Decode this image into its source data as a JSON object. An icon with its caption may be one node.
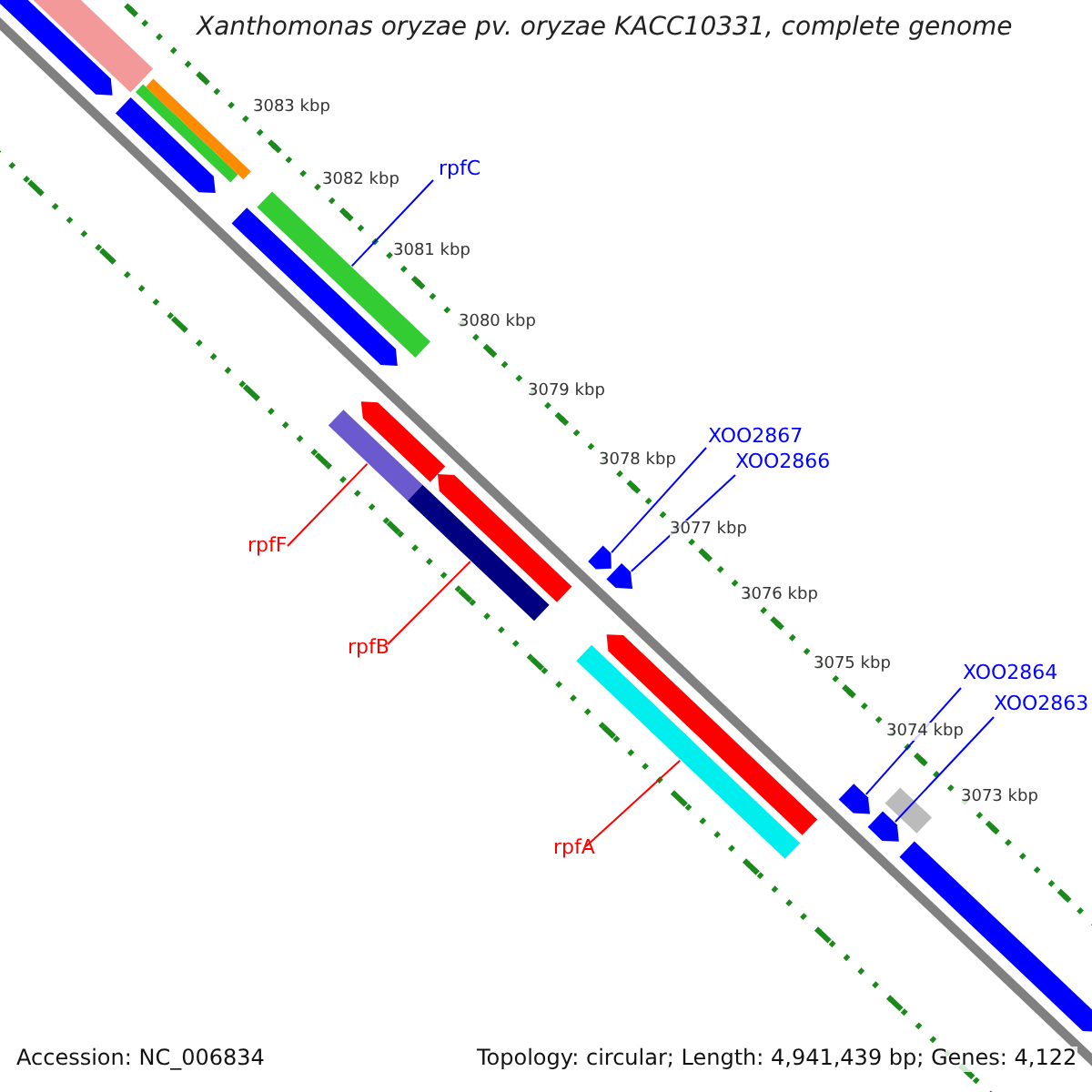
{
  "diagram": {
    "title": "Xanthomonas oryzae pv. oryzae KACC10331, complete genome",
    "nodes": [
      {
        "text": [
          "rpfC"
        ]
      },
      {
        "text": [],
        "shape": "bar"
      },
      {
        "text": [
          "XOO2867"
        ]
      },
      {
        "text": [],
        "shape": "pentagon"
      },
      {
        "text": [
          "XOO2866"
        ]
      },
      {
        "text": [],
        "shape": "pentagon"
      },
      {
        "text": [
          "rpfF"
        ]
      },
      {
        "text": [],
        "shape": "bar"
      },
      {
        "text": [
          "rpfB"
        ]
      },
      {
        "text": [],
        "shape": "bar"
      },
      {
        "text": [
          "XOO2864"
        ]
      },
      {
        "text": [],
        "shape": "pentagon"
      },
      {
        "text": [
          "XOO2863"
        ]
      },
      {
        "text": [],
        "shape": "pentagon"
      },
      {
        "text": [
          "rpfA"
        ]
      },
      {
        "text": [],
        "shape": "bar"
      },
      {
        "text": [],
        "shape": "pentagon"
      },
      {
        "text": [],
        "shape": "bar"
      },
      {
        "text": [],
        "shape": "pentagon"
      },
      {
        "text": [],
        "shape": "bar"
      },
      {
        "text": [],
        "shape": "bar"
      },
      {
        "text": [],
        "shape": "pentagon"
      },
      {
        "text": [],
        "shape": "pentagon"
      },
      {
        "text": [],
        "shape": "pentagon"
      },
      {
        "text": [],
        "shape": "pentagon"
      },
      {
        "text": [],
        "shape": "bar"
      },
      {
        "text": [],
        "shape": "pentagon"
      }
    ],
    "edges": [
      {
        "from": 0,
        "to": 1,
        "arrow": "none"
      },
      {
        "from": 2,
        "to": 3,
        "arrow": "none"
      },
      {
        "from": 4,
        "to": 5,
        "arrow": "none"
      },
      {
        "from": 6,
        "to": 7,
        "arrow": "none",
        "color": "#ff0000"
      },
      {
        "from": 8,
        "to": 9,
        "arrow": "none",
        "color": "#ff0000"
      },
      {
        "from": 10,
        "to": 11,
        "arrow": "none"
      },
      {
        "from": 12,
        "to": 13,
        "arrow": "none"
      },
      {
        "from": 14,
        "to": 15,
        "arrow": "none",
        "color": "#ff0000"
      }
    ],
    "labels": [
      "3083 kbp",
      "3082 kbp",
      "3081 kbp",
      "3080 kbp",
      "3079 kbp",
      "3078 kbp",
      "3077 kbp",
      "3076 kbp",
      "3075 kbp",
      "3074 kbp",
      "3073 kbp",
      "Accession: NC_006834",
      "Topology: circular; Length: 4,941,439 bp; Genes: 4,122"
    ]
  }
}
